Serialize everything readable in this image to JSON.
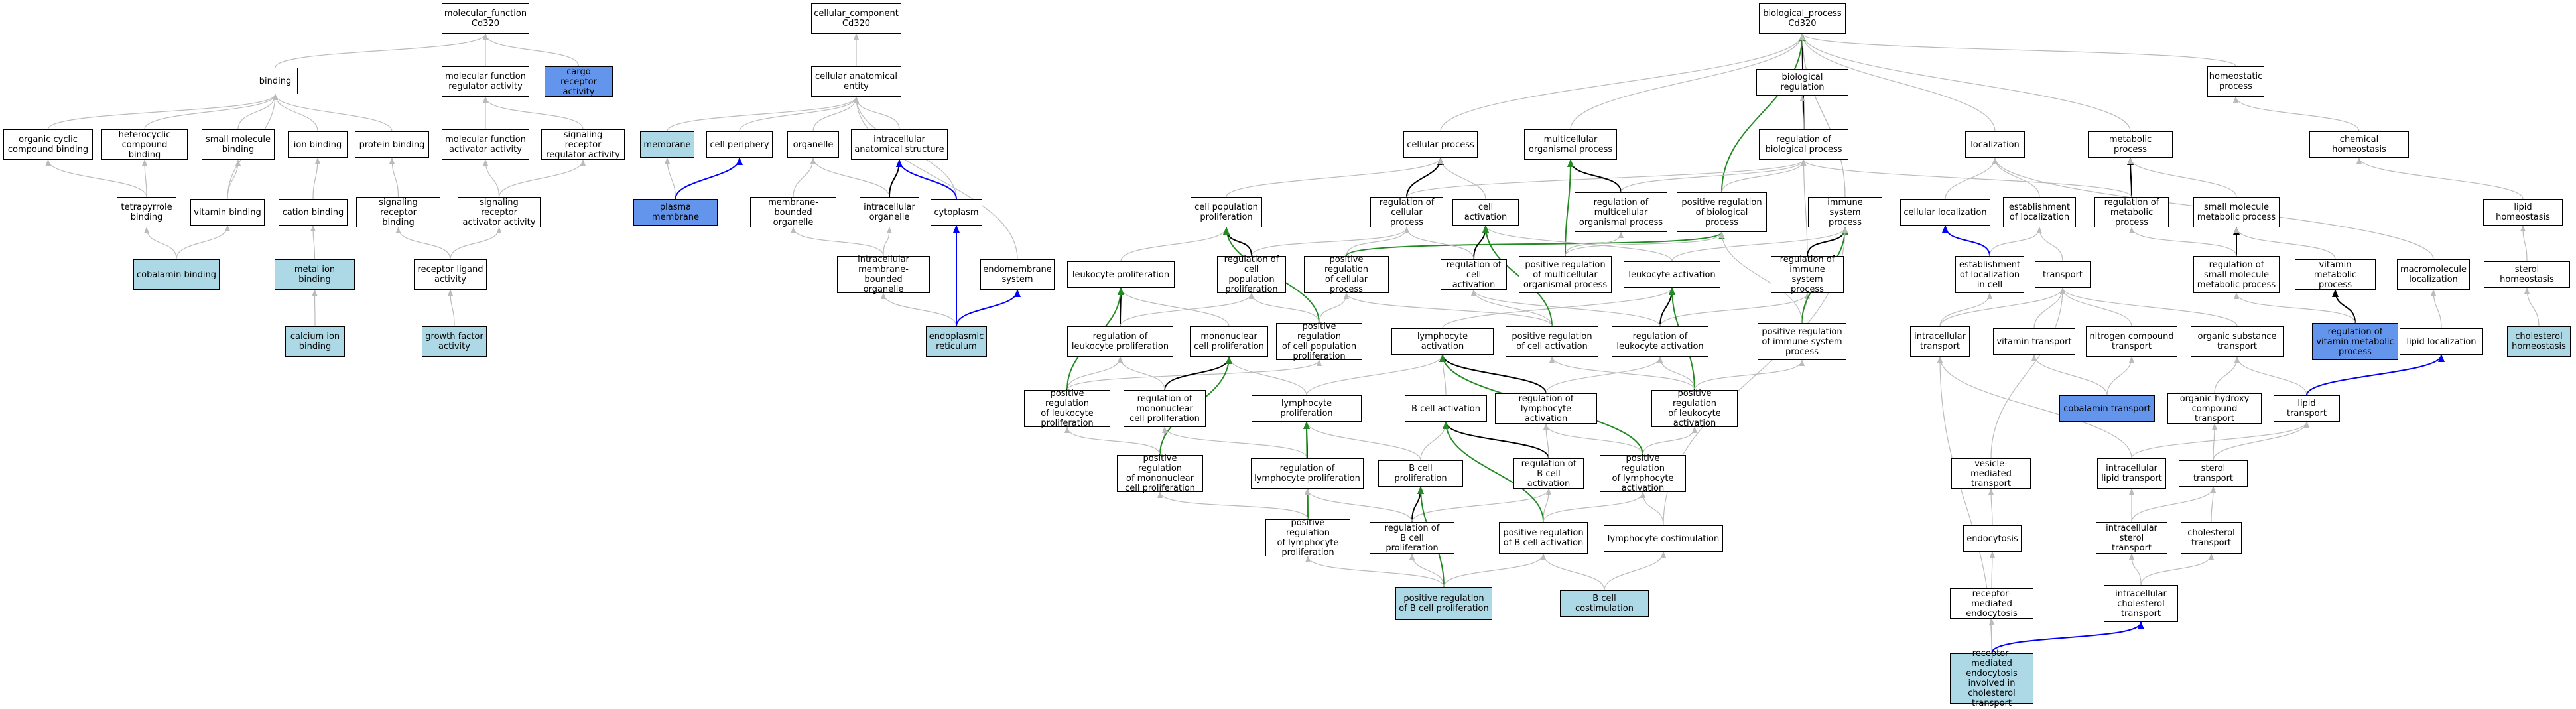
{
  "colors": {
    "gray": "#bbbbbb",
    "black": "#000000",
    "green": "#228b22",
    "blue": "#0000ff",
    "highlight": "#add8e6",
    "input": "#6495ed"
  },
  "nodes": {
    "mf": {
      "label": "molecular_function\nCd320"
    },
    "cc": {
      "label": "cellular_component\nCd320"
    },
    "bp": {
      "label": "biological_process\nCd320"
    },
    "binding": {
      "label": "binding"
    },
    "mfra": {
      "label": "molecular function\nregulator activity"
    },
    "cargo": {
      "label": "cargo receptor\nactivity"
    },
    "cae": {
      "label": "cellular anatomical\nentity"
    },
    "breg": {
      "label": "biological regulation"
    },
    "homeo": {
      "label": "homeostatic\nprocess"
    },
    "ocb": {
      "label": "organic cyclic\ncompound binding"
    },
    "hcb": {
      "label": "heterocyclic\ncompound binding"
    },
    "smb": {
      "label": "small molecule\nbinding"
    },
    "ionb": {
      "label": "ion binding"
    },
    "protb": {
      "label": "protein binding"
    },
    "mfaa": {
      "label": "molecular function\nactivator activity"
    },
    "srra": {
      "label": "signaling receptor\nregulator activity"
    },
    "membrane": {
      "label": "membrane"
    },
    "cperiph": {
      "label": "cell periphery"
    },
    "organelle": {
      "label": "organelle"
    },
    "iase": {
      "label": "intracellular\nanatomical structure"
    },
    "cellproc": {
      "label": "cellular process"
    },
    "mop": {
      "label": "multicellular\norganismal process"
    },
    "rbp": {
      "label": "regulation of\nbiological process"
    },
    "local": {
      "label": "localization"
    },
    "metab": {
      "label": "metabolic process"
    },
    "chemhomeo": {
      "label": "chemical homeostasis"
    },
    "tetra": {
      "label": "tetrapyrrole\nbinding"
    },
    "vitb": {
      "label": "vitamin binding"
    },
    "catb": {
      "label": "cation binding"
    },
    "srb": {
      "label": "signaling receptor\nbinding"
    },
    "sraa": {
      "label": "signaling receptor\nactivator activity"
    },
    "plasma": {
      "label": "plasma membrane"
    },
    "mbo": {
      "label": "membrane-bounded\norganelle"
    },
    "intorg": {
      "label": "intracellular\norganelle"
    },
    "cyto": {
      "label": "cytoplasm"
    },
    "cpp": {
      "label": "cell population\nproliferation"
    },
    "rcp": {
      "label": "regulation of\ncellular process"
    },
    "cact": {
      "label": "cell activation"
    },
    "rmop": {
      "label": "regulation of\nmulticellular\norganismal process"
    },
    "prbp": {
      "label": "positive regulation\nof biological\nprocess"
    },
    "isp": {
      "label": "immune system\nprocess"
    },
    "cloc": {
      "label": "cellular localization"
    },
    "eloc": {
      "label": "establishment\nof localization"
    },
    "rmet": {
      "label": "regulation of\nmetabolic process"
    },
    "smmp": {
      "label": "small molecule\nmetabolic process"
    },
    "liphomeo": {
      "label": "lipid homeostasis"
    },
    "cobb": {
      "label": "cobalamin binding"
    },
    "mib": {
      "label": "metal ion binding"
    },
    "rla": {
      "label": "receptor ligand\nactivity"
    },
    "imbo": {
      "label": "intracellular\nmembrane-bounded\norganelle"
    },
    "endosys": {
      "label": "endomembrane\nsystem"
    },
    "rcpp": {
      "label": "regulation of\ncell population\nproliferation"
    },
    "leukprol": {
      "label": "leukocyte proliferation"
    },
    "prcp": {
      "label": "positive regulation\nof cellular\nprocess"
    },
    "rcact": {
      "label": "regulation of\ncell activation"
    },
    "prmop": {
      "label": "positive regulation\nof multicellular\norganismal process"
    },
    "leukact": {
      "label": "leukocyte activation"
    },
    "risp": {
      "label": "regulation of\nimmune system\nprocess"
    },
    "eloccell": {
      "label": "establishment\nof localization\nin cell"
    },
    "transport": {
      "label": "transport"
    },
    "rsmmp": {
      "label": "regulation of\nsmall molecule\nmetabolic process"
    },
    "vmp": {
      "label": "vitamin metabolic\nprocess"
    },
    "mmloc": {
      "label": "macromolecule\nlocalization"
    },
    "sterhomeo": {
      "label": "sterol homeostasis"
    },
    "calb": {
      "label": "calcium ion\nbinding"
    },
    "gfa": {
      "label": "growth factor\nactivity"
    },
    "er": {
      "label": "endoplasmic\nreticulum"
    },
    "monoprol": {
      "label": "mononuclear\ncell proliferation"
    },
    "prcpp": {
      "label": "positive regulation\nof cell population\nproliferation"
    },
    "rleukprol": {
      "label": "regulation of\nleukocyte proliferation"
    },
    "lymphact": {
      "label": "lymphocyte activation"
    },
    "prcact": {
      "label": "positive regulation\nof cell activation"
    },
    "rleukact": {
      "label": "regulation of\nleukocyte activation"
    },
    "prisp": {
      "label": "positive regulation\nof immune system\nprocess"
    },
    "ictrans": {
      "label": "intracellular\ntransport"
    },
    "vitrans": {
      "label": "vitamin transport"
    },
    "ncomptrans": {
      "label": "nitrogen compound\ntransport"
    },
    "orgsubtrans": {
      "label": "organic substance\ntransport"
    },
    "rvmp": {
      "label": "regulation of\nvitamin metabolic\nprocess"
    },
    "liploc": {
      "label": "lipid localization"
    },
    "cholhomeo": {
      "label": "cholesterol\nhomeostasis"
    },
    "prleukprol": {
      "label": "positive regulation\nof leukocyte\nproliferation"
    },
    "rmonoprol": {
      "label": "regulation of\nmononuclear\ncell proliferation"
    },
    "lymphprol": {
      "label": "lymphocyte proliferation"
    },
    "bcellact": {
      "label": "B cell activation"
    },
    "rlymphact": {
      "label": "regulation of\nlymphocyte activation"
    },
    "prleukact": {
      "label": "positive regulation\nof leukocyte\nactivation"
    },
    "cobtrans": {
      "label": "cobalamin transport"
    },
    "ohctrans": {
      "label": "organic hydroxy\ncompound transport"
    },
    "liptrans": {
      "label": "lipid transport"
    },
    "prmonoprol": {
      "label": "positive regulation\nof mononuclear\ncell proliferation"
    },
    "rlymphprol": {
      "label": "regulation of\nlymphocyte proliferation"
    },
    "bcellprol": {
      "label": "B cell proliferation"
    },
    "rbcellact": {
      "label": "regulation of\nB cell activation"
    },
    "prlymphact": {
      "label": "positive regulation\nof lymphocyte\nactivation"
    },
    "vmtrans": {
      "label": "vesicle-mediated\ntransport"
    },
    "iclipt": {
      "label": "intracellular\nlipid transport"
    },
    "stertrans": {
      "label": "sterol transport"
    },
    "endocyt": {
      "label": "endocytosis"
    },
    "prlymphprol": {
      "label": "positive regulation\nof lymphocyte\nproliferation"
    },
    "rbcellprol": {
      "label": "regulation of\nB cell proliferation"
    },
    "prbcellact": {
      "label": "positive regulation\nof B cell activation"
    },
    "lymphcostim": {
      "label": "lymphocyte costimulation"
    },
    "icstert": {
      "label": "intracellular\nsterol transport"
    },
    "choltrans": {
      "label": "cholesterol\ntransport"
    },
    "rmendo": {
      "label": "receptor-mediated\nendocytosis"
    },
    "iccholt": {
      "label": "intracellular\ncholesterol\ntransport"
    },
    "prbcellprol": {
      "label": "positive regulation\nof B cell proliferation"
    },
    "bcellcostim": {
      "label": "B cell costimulation"
    },
    "rmechol": {
      "label": "receptor-mediated\nendocytosis\ninvolved in\ncholesterol\ntransport"
    }
  }
}
